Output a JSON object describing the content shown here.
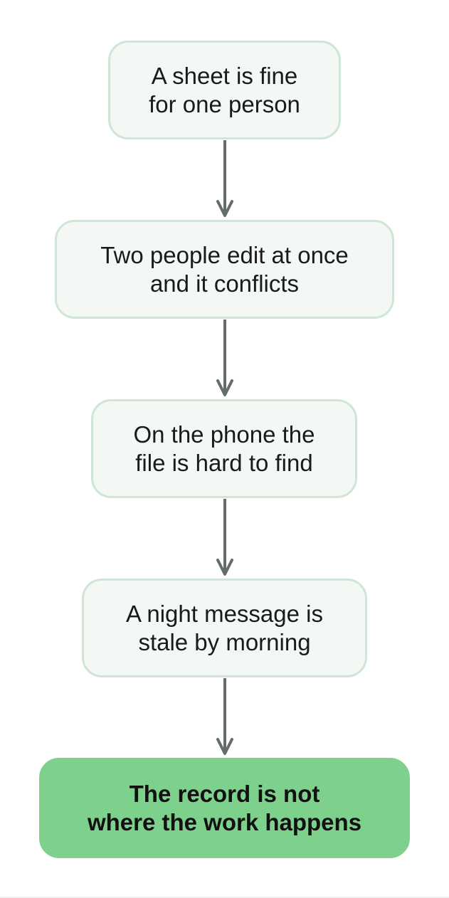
{
  "flow": {
    "steps": [
      {
        "text": "A sheet is fine\nfor one person"
      },
      {
        "text": "Two people edit at once\nand it conflicts"
      },
      {
        "text": "On the phone the\nfile is hard to find"
      },
      {
        "text": "A night message is\nstale by morning"
      }
    ],
    "conclusion": {
      "text": "The record is not\nwhere the work happens"
    }
  },
  "colors": {
    "step_fill": "#f3f8f4",
    "step_border": "#cfe6d6",
    "conclusion_fill": "#7ed18c",
    "arrow": "#656d69"
  }
}
